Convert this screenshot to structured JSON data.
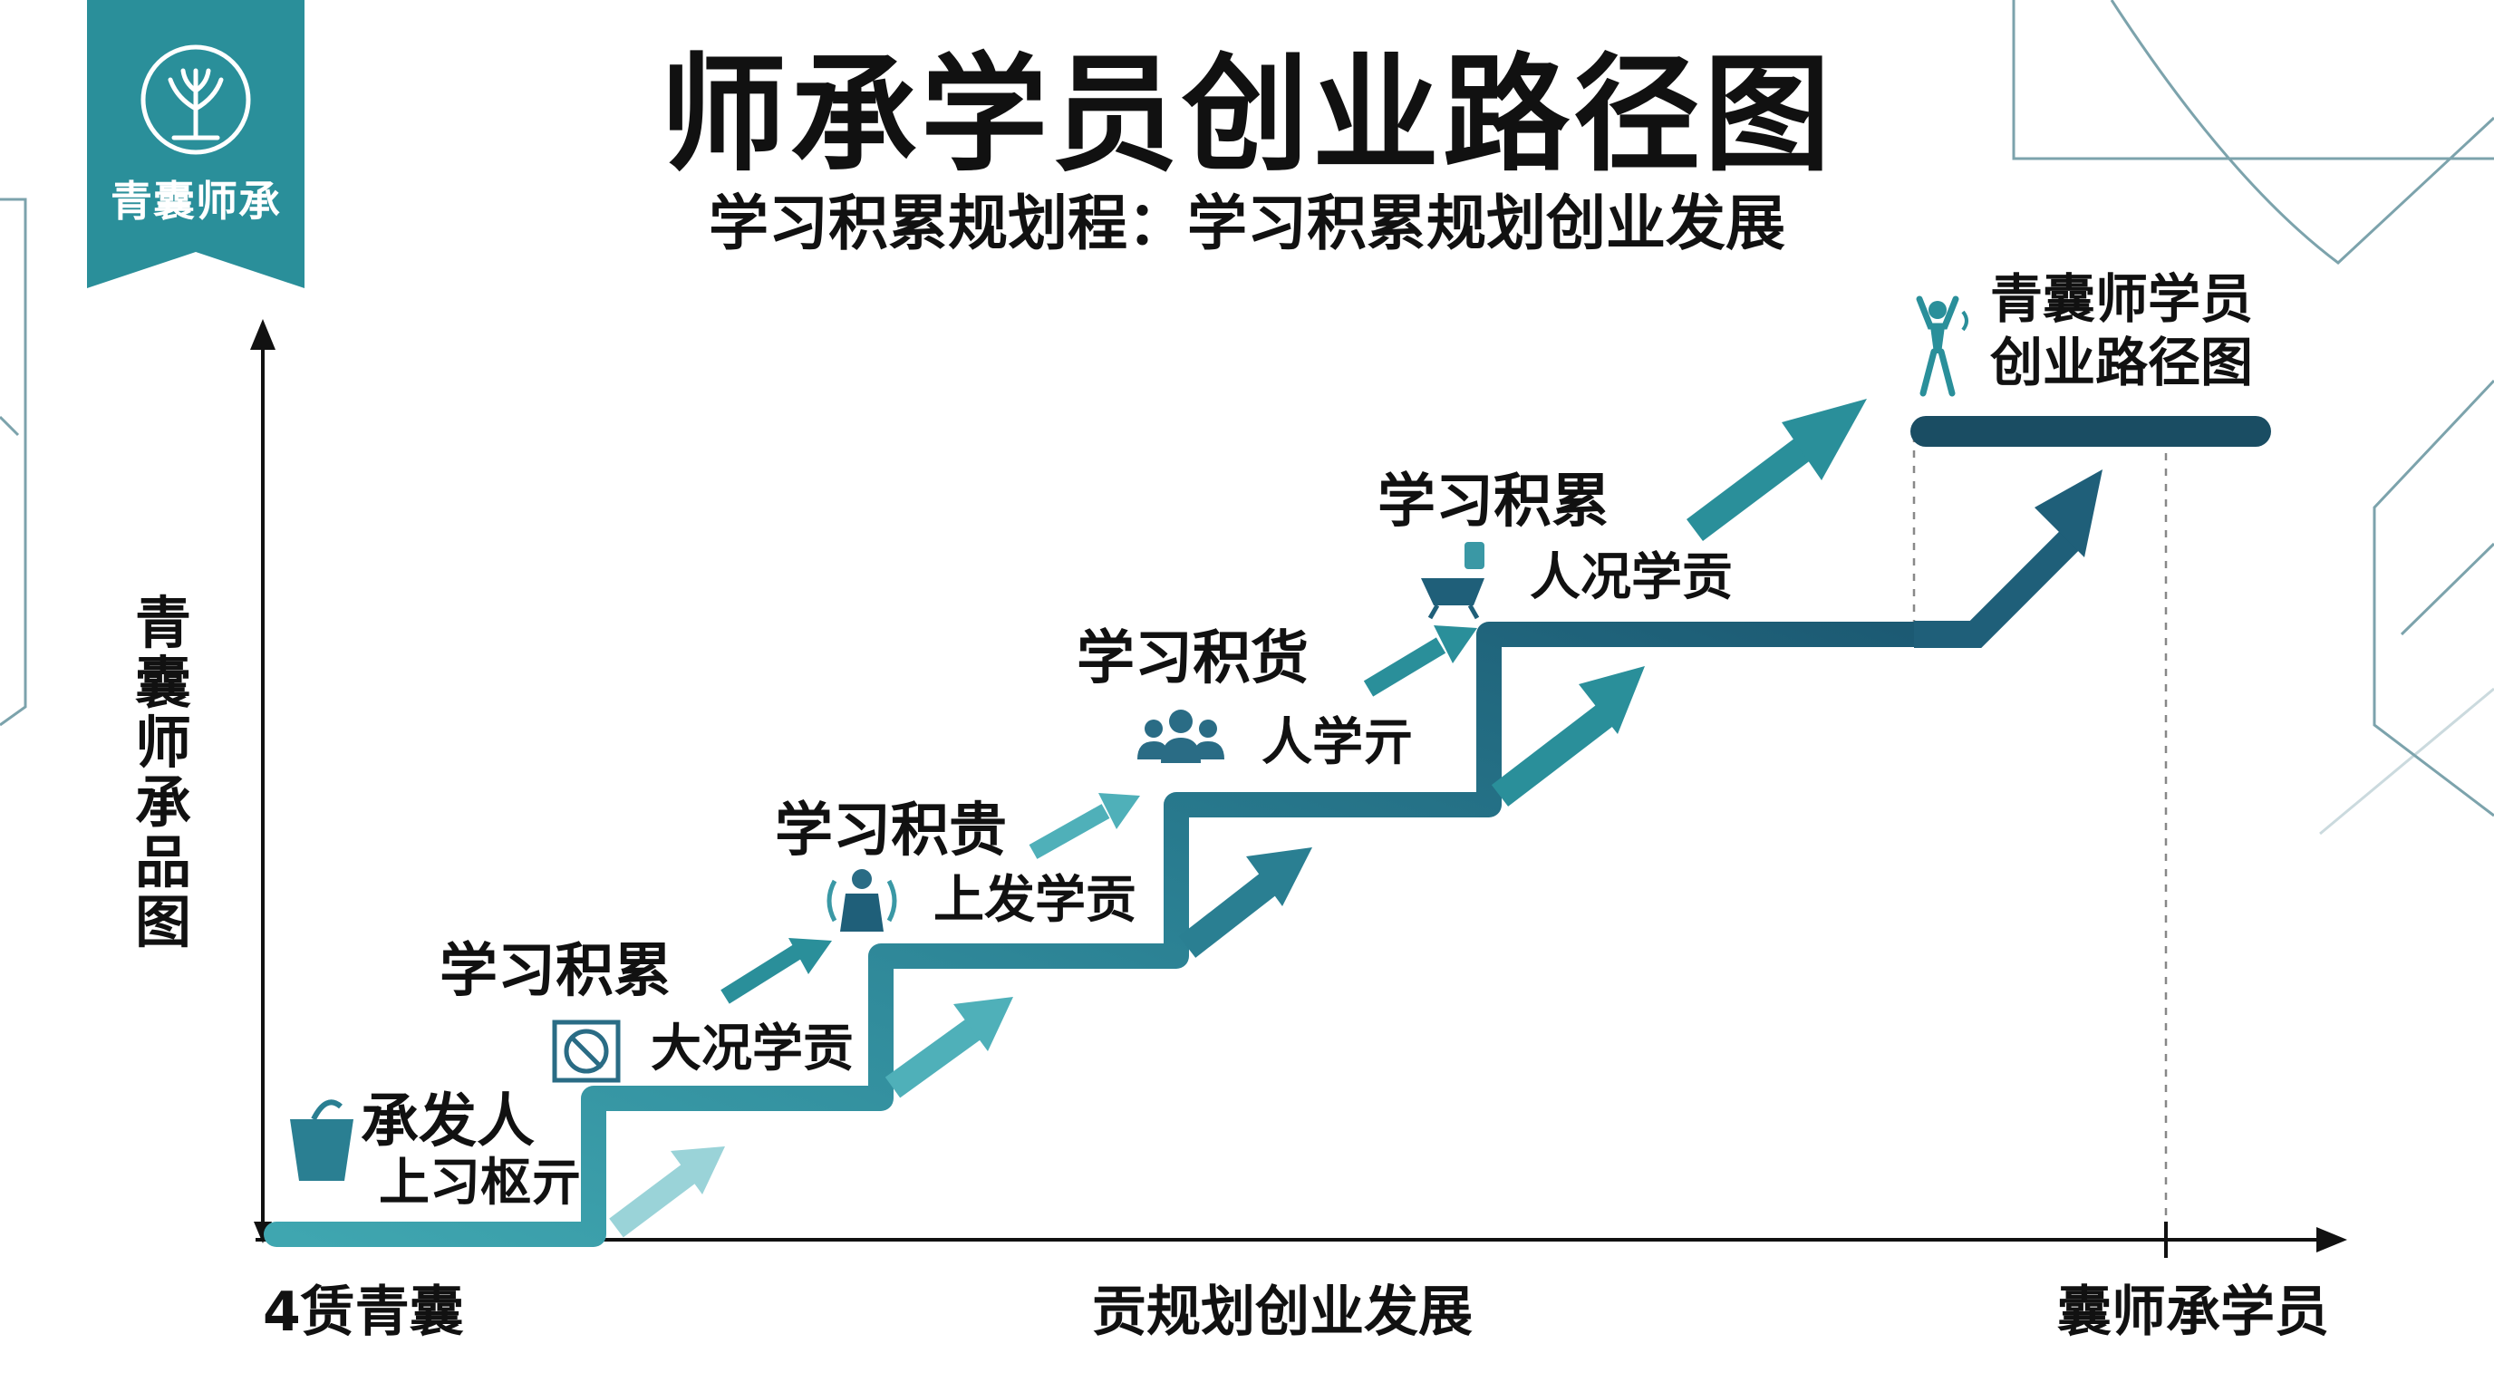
{
  "brand": {
    "name": "青囊师承"
  },
  "title": "师承学员创业路径图",
  "subtitle": "学习积累规划程：学习积累规划创业发展",
  "y_axis_label": "青囊师承品图",
  "x_axis": {
    "start_label": "4赁青囊",
    "middle_label": "贡规划创业发展",
    "end_label": "囊师承学员"
  },
  "steps": [
    {
      "title": "承发人",
      "subtitle": "上习枢亓",
      "icon": "bucket-icon"
    },
    {
      "title": "学习积累",
      "subtitle": "大况学贡",
      "icon": "no-entry-icon"
    },
    {
      "title": "学习积贵",
      "subtitle": "上发学贡",
      "icon": "person-signal-icon"
    },
    {
      "title": "学习积货",
      "subtitle": "人学亓",
      "icon": "group-icon"
    },
    {
      "title": "学习积累",
      "subtitle": "人况学贡",
      "icon": "desk-chair-icon"
    }
  ],
  "goal": {
    "line1": "青囊师学员",
    "line2": "创业路径图",
    "icon": "celebrating-person-icon"
  },
  "colors": {
    "teal": "#2a8f9a",
    "teal_light": "#5bb8c1",
    "teal_pale": "#9ad3d8",
    "navy": "#1c5a73",
    "dark": "#1a4d63"
  }
}
